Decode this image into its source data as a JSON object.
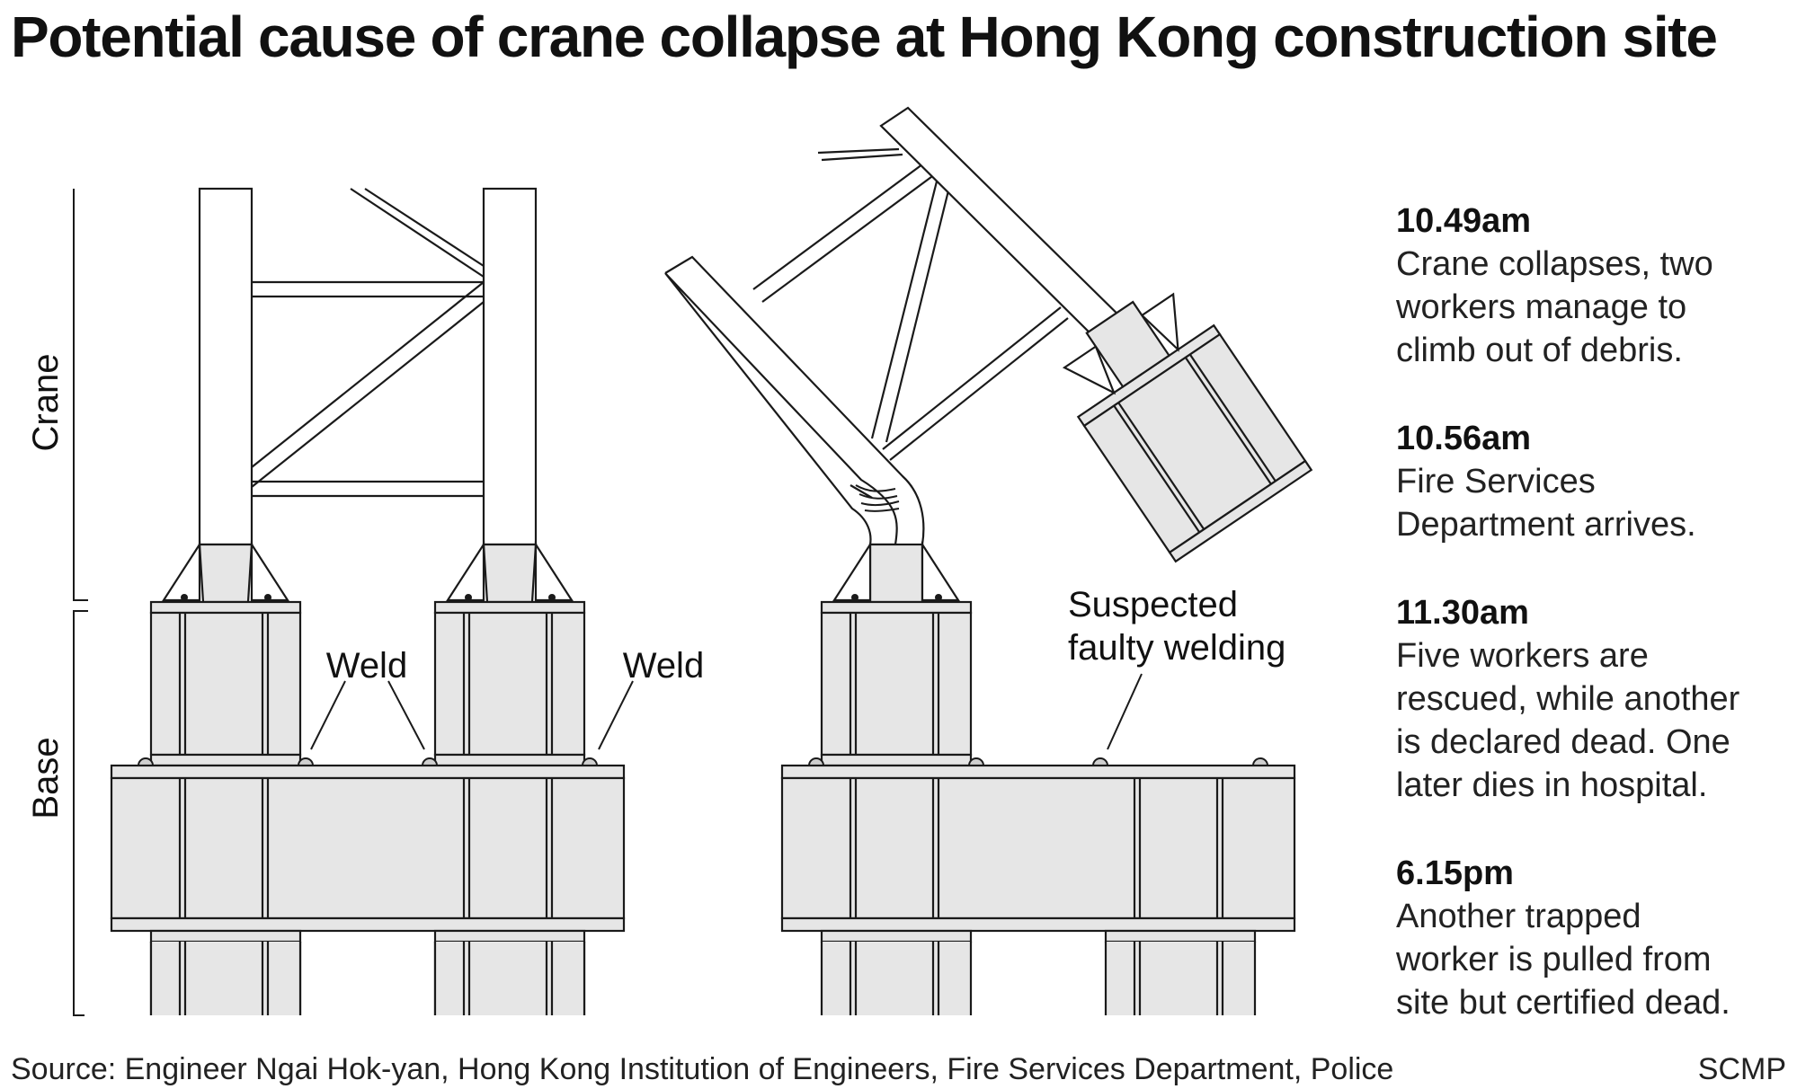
{
  "title": "Potential cause of crane collapse at Hong Kong construction site",
  "side_labels": {
    "crane": "Crane",
    "base": "Base"
  },
  "callouts": {
    "weld_left": "Weld",
    "weld_right": "Weld",
    "suspected_line1": "Suspected",
    "suspected_line2": "faulty welding"
  },
  "timeline": [
    {
      "time": "10.49am",
      "lines": [
        "Crane collapses, two",
        "workers manage to",
        "climb out of debris."
      ]
    },
    {
      "time": "10.56am",
      "lines": [
        "Fire Services",
        "Department arrives."
      ]
    },
    {
      "time": "11.30am",
      "lines": [
        "Five workers are",
        "rescued, while another",
        "is declared dead. One",
        "later dies in hospital."
      ]
    },
    {
      "time": "6.15pm",
      "lines": [
        "Another trapped",
        "worker is pulled from",
        "site but certified dead."
      ]
    }
  ],
  "source": "Source: Engineer Ngai Hok-yan, Hong Kong Institution of Engineers, Fire Services Department, Police",
  "credit": "SCMP",
  "colors": {
    "steel_fill": "#e6e6e6",
    "outline": "#1a1a1a",
    "text": "#111111"
  }
}
